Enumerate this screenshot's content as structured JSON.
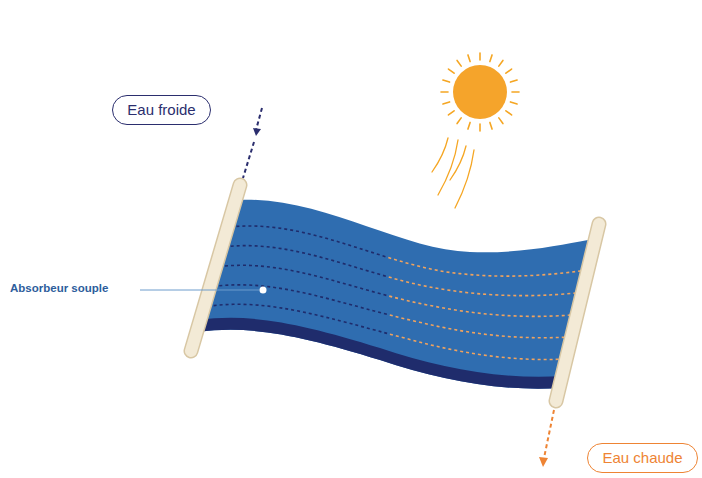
{
  "diagram": {
    "nodes": [
      {
        "text": [
          "Eau froide"
        ]
      },
      {
        "text": [
          "Eau chaude"
        ]
      }
    ],
    "labels": [
      "Absorbeur souple"
    ]
  }
}
